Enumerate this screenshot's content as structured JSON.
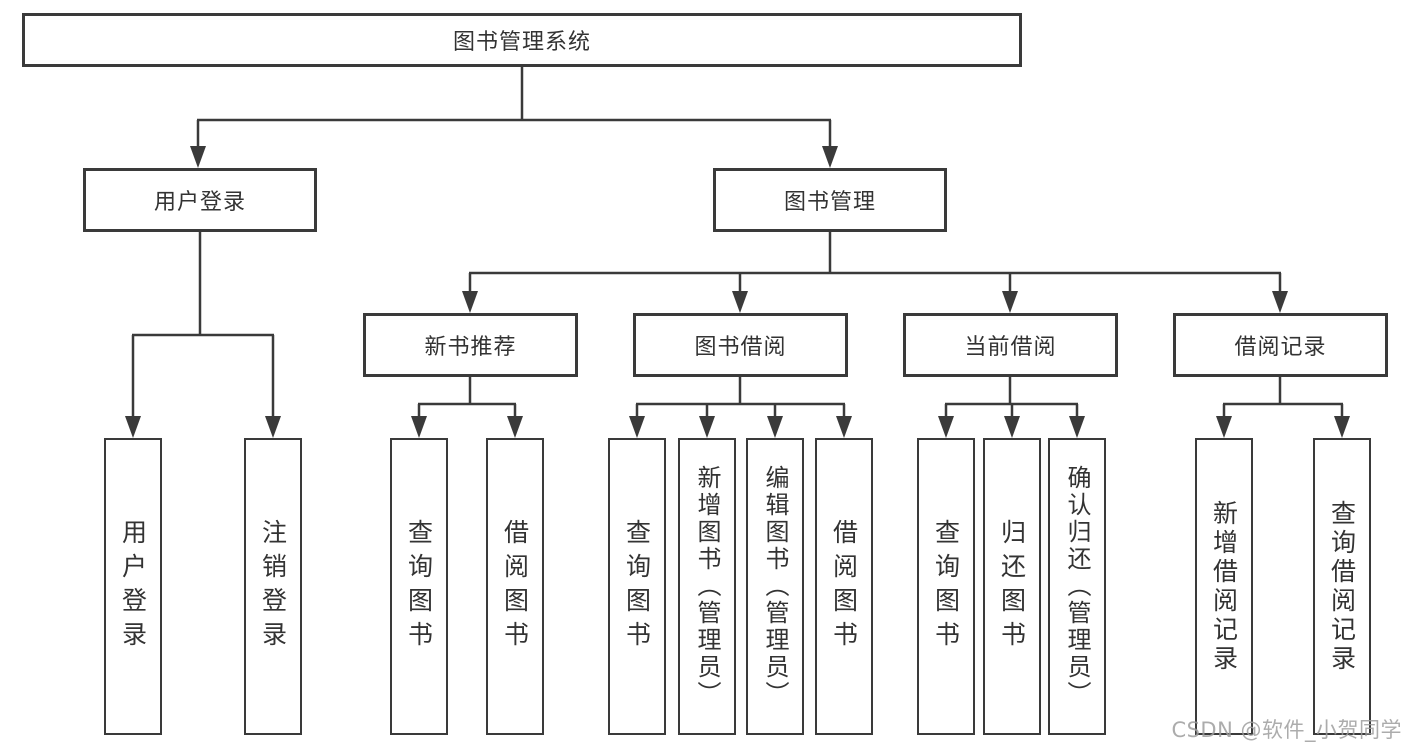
{
  "tree": {
    "root": {
      "label": "图书管理系统"
    },
    "branches": [
      {
        "label": "用户登录",
        "children": [
          {
            "label": "用户登录"
          },
          {
            "label": "注销登录"
          }
        ]
      },
      {
        "label": "图书管理",
        "children": [
          {
            "label": "新书推荐",
            "children": [
              {
                "label": "查询图书"
              },
              {
                "label": "借阅图书"
              }
            ]
          },
          {
            "label": "图书借阅",
            "children": [
              {
                "label": "查询图书"
              },
              {
                "label": "新增图书（管理员）"
              },
              {
                "label": "编辑图书（管理员）"
              },
              {
                "label": "借阅图书"
              }
            ]
          },
          {
            "label": "当前借阅",
            "children": [
              {
                "label": "查询图书"
              },
              {
                "label": "归还图书"
              },
              {
                "label": "确认归还（管理员）"
              }
            ]
          },
          {
            "label": "借阅记录",
            "children": [
              {
                "label": "新增借阅记录"
              },
              {
                "label": "查询借阅记录"
              }
            ]
          }
        ]
      }
    ]
  },
  "watermark": "CSDN @软件_小贺同学",
  "colors": {
    "line": "#3a3a3a",
    "text": "#333333",
    "watermark": "#9e9e9e"
  }
}
